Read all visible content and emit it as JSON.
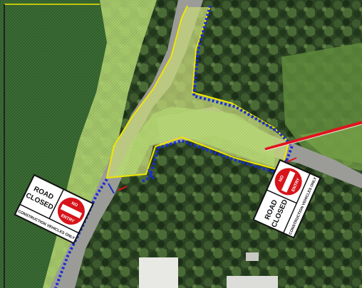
{
  "colors": {
    "water": "#2f5e2c",
    "vegetation_dark": "#1d3318",
    "vegetation_mid": "#3e5e2f",
    "grass_light": "#8fbf5a",
    "hatched_zone": "#b7d770",
    "work_zone_outline": "#f2e600",
    "fence_line": "#1a2fcf",
    "closure_bar": "#e0141c",
    "road": "#9b9c98",
    "sign_background": "#ffffff",
    "sign_red": "#d7141a"
  },
  "signs": [
    {
      "closure_text_line1": "ROAD",
      "closure_text_line2": "CLOSED",
      "no_entry_line1": "NO",
      "no_entry_line2": "ENTRY",
      "footer_text": "CONSTRUCTION VEHICLES ONLY"
    },
    {
      "closure_text_line1": "ROAD",
      "closure_text_line2": "CLOSED",
      "no_entry_line1": "NO",
      "no_entry_line2": "ENTRY",
      "footer_text": "CONSTRUCTION VEHICLES ONLY"
    }
  ],
  "icons": [
    "no-entry-icon",
    "barrier-icon"
  ]
}
